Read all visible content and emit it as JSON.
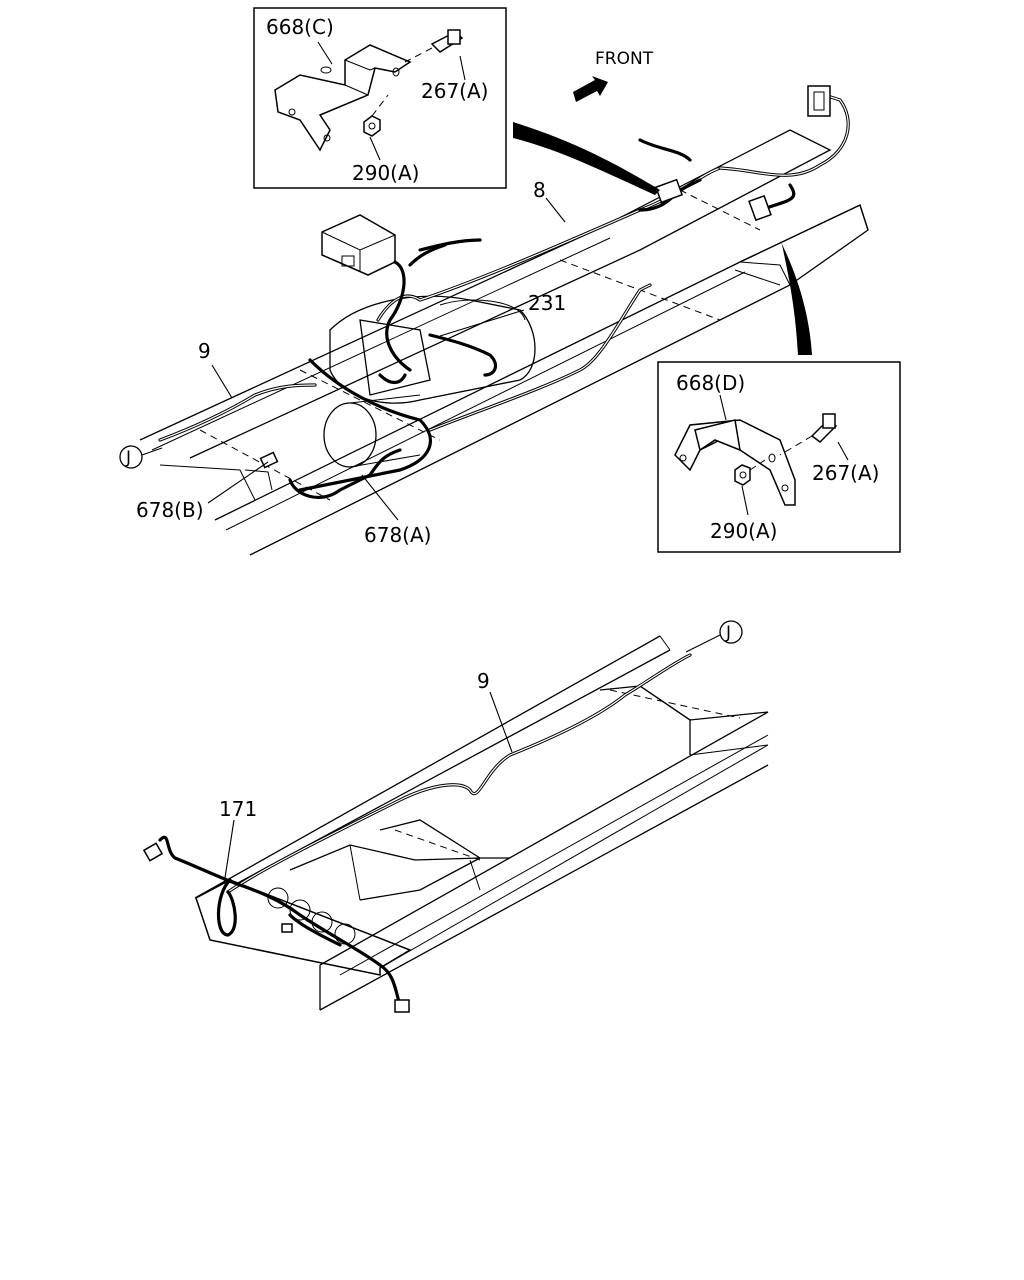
{
  "labels": {
    "front": "FRONT",
    "bracket_c": "668(C)",
    "bolt_c": "267(A)",
    "nut_c": "290(A)",
    "bracket_d": "668(D)",
    "bolt_d": "267(A)",
    "nut_d": "290(A)",
    "harness_8": "8",
    "part_231": "231",
    "harness_9_top": "9",
    "clip_678b": "678(B)",
    "clip_678a": "678(A)",
    "connector_j_top": "J",
    "connector_j_bottom": "J",
    "harness_9_bottom": "9",
    "part_171": "171"
  }
}
